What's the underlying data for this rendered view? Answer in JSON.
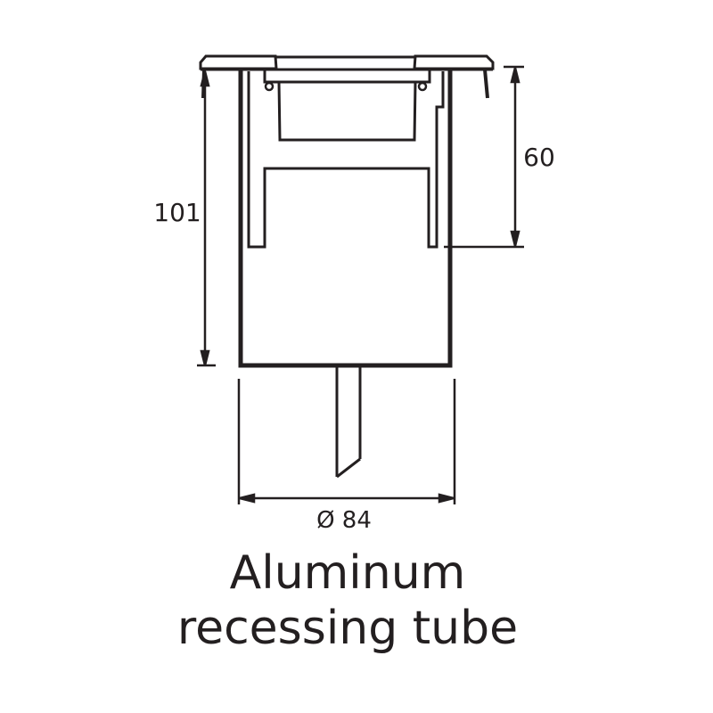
{
  "dimensions": {
    "total_height": "101",
    "upper_height": "60",
    "diameter": "Ø 84"
  },
  "caption": {
    "line1": "Aluminum",
    "line2": "recessing tube"
  },
  "colors": {
    "line": "#231f20",
    "background": "#ffffff"
  }
}
